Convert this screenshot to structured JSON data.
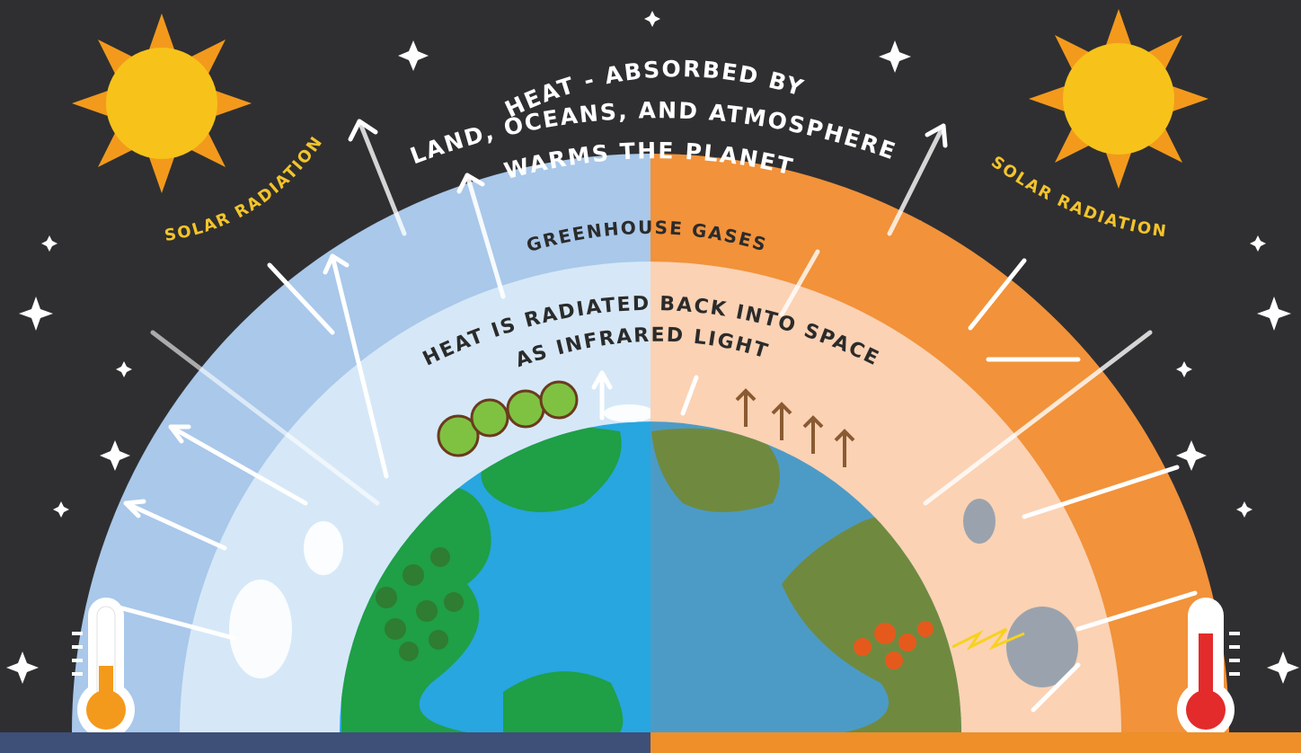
{
  "colors": {
    "background": "#2f2f31",
    "cool_atmosphere_outer": "#a9c8ea",
    "cool_atmosphere_inner": "#d6e8f7",
    "warm_atmosphere_outer": "#f2923a",
    "warm_atmosphere_inner": "#fbd2b4",
    "ocean": "#27a6e0",
    "land": "#1f9f46",
    "sun": "#f7c31a",
    "sun_rays": "#f39a1c",
    "solar_label": "#f3c42b",
    "bar_left": "#3e4f78",
    "bar_right": "#ee8f2a",
    "thermo_cool": "#f39a1c",
    "thermo_hot": "#e32b2b"
  },
  "labels": {
    "heat_absorbed_line1": "HEAT - ABSORBED BY",
    "heat_absorbed_line2": "LAND, OCEANS, AND ATMOSPHERE",
    "heat_absorbed_line3": "WARMS THE PLANET",
    "greenhouse_gases": "GREENHOUSE GASES",
    "radiated_line1": "HEAT IS RADIATED BACK INTO SPACE",
    "radiated_line2": "AS INFRARED LIGHT",
    "solar_left": "SOLAR RADIATION",
    "solar_right": "SOLAR RADIATION"
  },
  "icons": {
    "sun_left": "sun-icon",
    "sun_right": "sun-icon",
    "thermometer_left": "thermometer-icon",
    "thermometer_right": "thermometer-icon"
  },
  "thermometers": {
    "left_level": 0.45,
    "right_level": 0.75
  }
}
